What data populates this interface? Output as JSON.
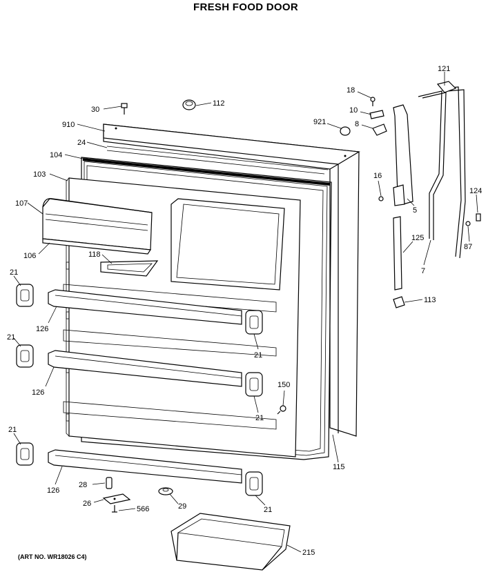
{
  "diagram": {
    "title": "FRESH FOOD DOOR",
    "caption": "(ART NO. WR18026 C4)",
    "callouts": {
      "c30": "30",
      "c112": "112",
      "c910": "910",
      "c24": "24",
      "c104": "104",
      "c103": "103",
      "c107": "107",
      "c106": "106",
      "c118": "118",
      "c21a": "21",
      "c21b": "21",
      "c21c": "21",
      "c21d": "21",
      "c21e": "21",
      "c21f": "21",
      "c126a": "126",
      "c126b": "126",
      "c126c": "126",
      "c150": "150",
      "c115": "115",
      "c28": "28",
      "c26": "26",
      "c566": "566",
      "c29": "29",
      "c215": "215",
      "c18": "18",
      "c10": "10",
      "c921": "921",
      "c8": "8",
      "c16": "16",
      "c5": "5",
      "c121": "121",
      "c124": "124",
      "c87": "87",
      "c125": "125",
      "c7": "7",
      "c113": "113"
    }
  }
}
